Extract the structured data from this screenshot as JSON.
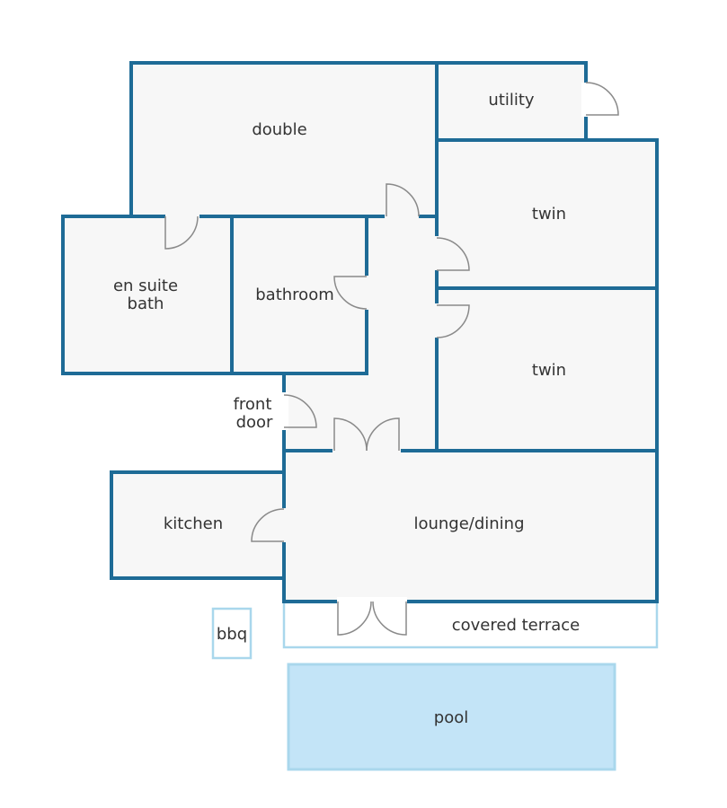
{
  "labels": {
    "double": "double",
    "utility": "utility",
    "twin_upper": "twin",
    "twin_lower": "twin",
    "en_suite_line1": "en suite",
    "en_suite_line2": "bath",
    "bathroom": "bathroom",
    "front_door_line1": "front",
    "front_door_line2": "door",
    "kitchen": "kitchen",
    "lounge_dining": "lounge/dining",
    "covered_terrace": "covered terrace",
    "bbq": "bbq",
    "pool": "pool"
  },
  "colors": {
    "wall": "#1e6b96",
    "room_fill": "#f7f7f7",
    "outdoor_outline": "#a9d7ec",
    "pool_fill": "#c3e4f7",
    "door_swing": "#8a8a8a",
    "text": "#333333"
  }
}
